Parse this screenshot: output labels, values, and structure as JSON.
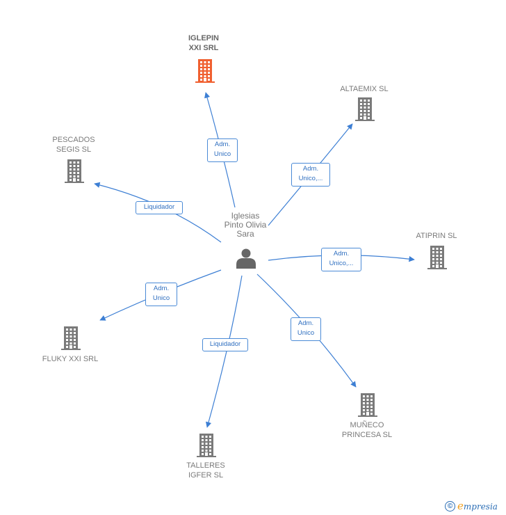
{
  "center": {
    "name": "Iglesias\nPinto Olivia\nSara",
    "icon": "person-icon"
  },
  "companies": [
    {
      "id": "iglepin",
      "name": "IGLEPIN\nXXI SRL",
      "color": "#f06030",
      "highlight": true
    },
    {
      "id": "altaemix",
      "name": "ALTAEMIX SL",
      "color": "#7a7a7a"
    },
    {
      "id": "atiprin",
      "name": "ATIPRIN  SL",
      "color": "#7a7a7a"
    },
    {
      "id": "muneco",
      "name": "MUÑECO\nPRINCESA SL",
      "color": "#7a7a7a"
    },
    {
      "id": "talleres",
      "name": "TALLERES\nIGFER SL",
      "color": "#7a7a7a"
    },
    {
      "id": "fluky",
      "name": "FLUKY XXI SRL",
      "color": "#7a7a7a"
    },
    {
      "id": "pescados",
      "name": "PESCADOS\nSEGIS  SL",
      "color": "#7a7a7a"
    }
  ],
  "relations": [
    {
      "to": "iglepin",
      "label": "Adm.\nUnico"
    },
    {
      "to": "altaemix",
      "label": "Adm.\nUnico,..."
    },
    {
      "to": "atiprin",
      "label": "Adm.\nUnico,..."
    },
    {
      "to": "muneco",
      "label": "Adm.\nUnico"
    },
    {
      "to": "talleres",
      "label": "Liquidador"
    },
    {
      "to": "fluky",
      "label": "Adm.\nUnico"
    },
    {
      "to": "pescados",
      "label": "Liquidador"
    }
  ],
  "footer": {
    "copyright_symbol": "©",
    "brand_first": "e",
    "brand_rest": "mpresia"
  },
  "colors": {
    "edge": "#3d7fd4",
    "building_gray": "#7a7a7a",
    "building_highlight": "#f06030",
    "person": "#666666"
  }
}
